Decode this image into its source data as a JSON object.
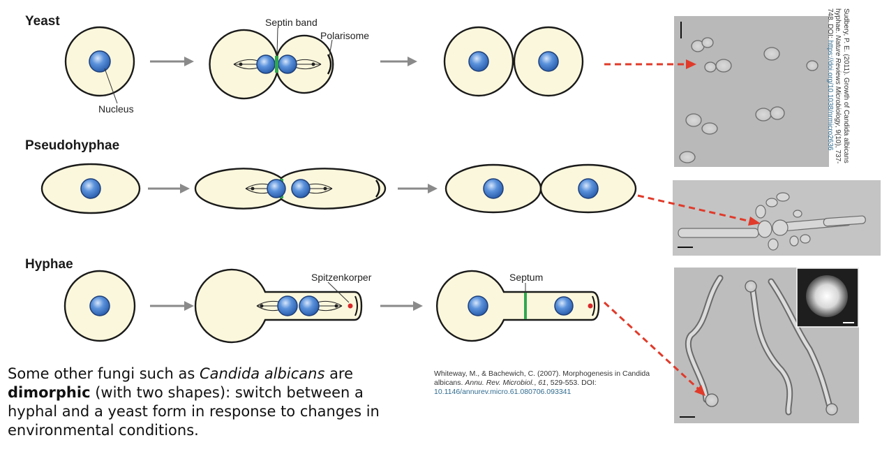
{
  "rows": {
    "yeast": "Yeast",
    "pseudohyphae": "Pseudohyphae",
    "hyphae": "Hyphae"
  },
  "labels": {
    "septin_band": "Septin band",
    "polarisome": "Polarisome",
    "nucleus": "Nucleus",
    "spitzenkorper": "Spitzenkorper",
    "septum": "Septum"
  },
  "caption": {
    "part1": "Some other fungi such as ",
    "species": "Candida albicans",
    "part2": " are ",
    "term": "dimorphic",
    "part3": " (with two shapes): switch between a hyphal and a yeast form in response to changes in environmental conditions."
  },
  "reference_whiteway": {
    "authors": "Whiteway, M., & Bachewich, C. (2007). Morphogenesis in Candida albicans. ",
    "journal": "Annu. Rev. Microbiol.",
    "sep1": ", ",
    "volume": "61",
    "pages": ", 529-553. DOI: ",
    "doi": "10.1146/annurev.micro.61.080706.093341"
  },
  "reference_sudbery": {
    "authors": "Sudbery, P. E. (2011). Growth of Candida albicans hyphae. ",
    "journal": "Nature Reviews Microbiology",
    "details": ", 9(10), 737-748. DOI: ",
    "doi": "https://doi.org/10.1038/nrmicro2636"
  },
  "colors": {
    "cell_fill": "#fbf7dc",
    "nucleus": "#3f79c9",
    "septin": "#2fa84f",
    "spitzenkorper": "#d8282a",
    "arrow": "#8a8a8a",
    "dashed_pointer": "#e03a2a",
    "micrograph_bg": "#b9b9b9"
  }
}
